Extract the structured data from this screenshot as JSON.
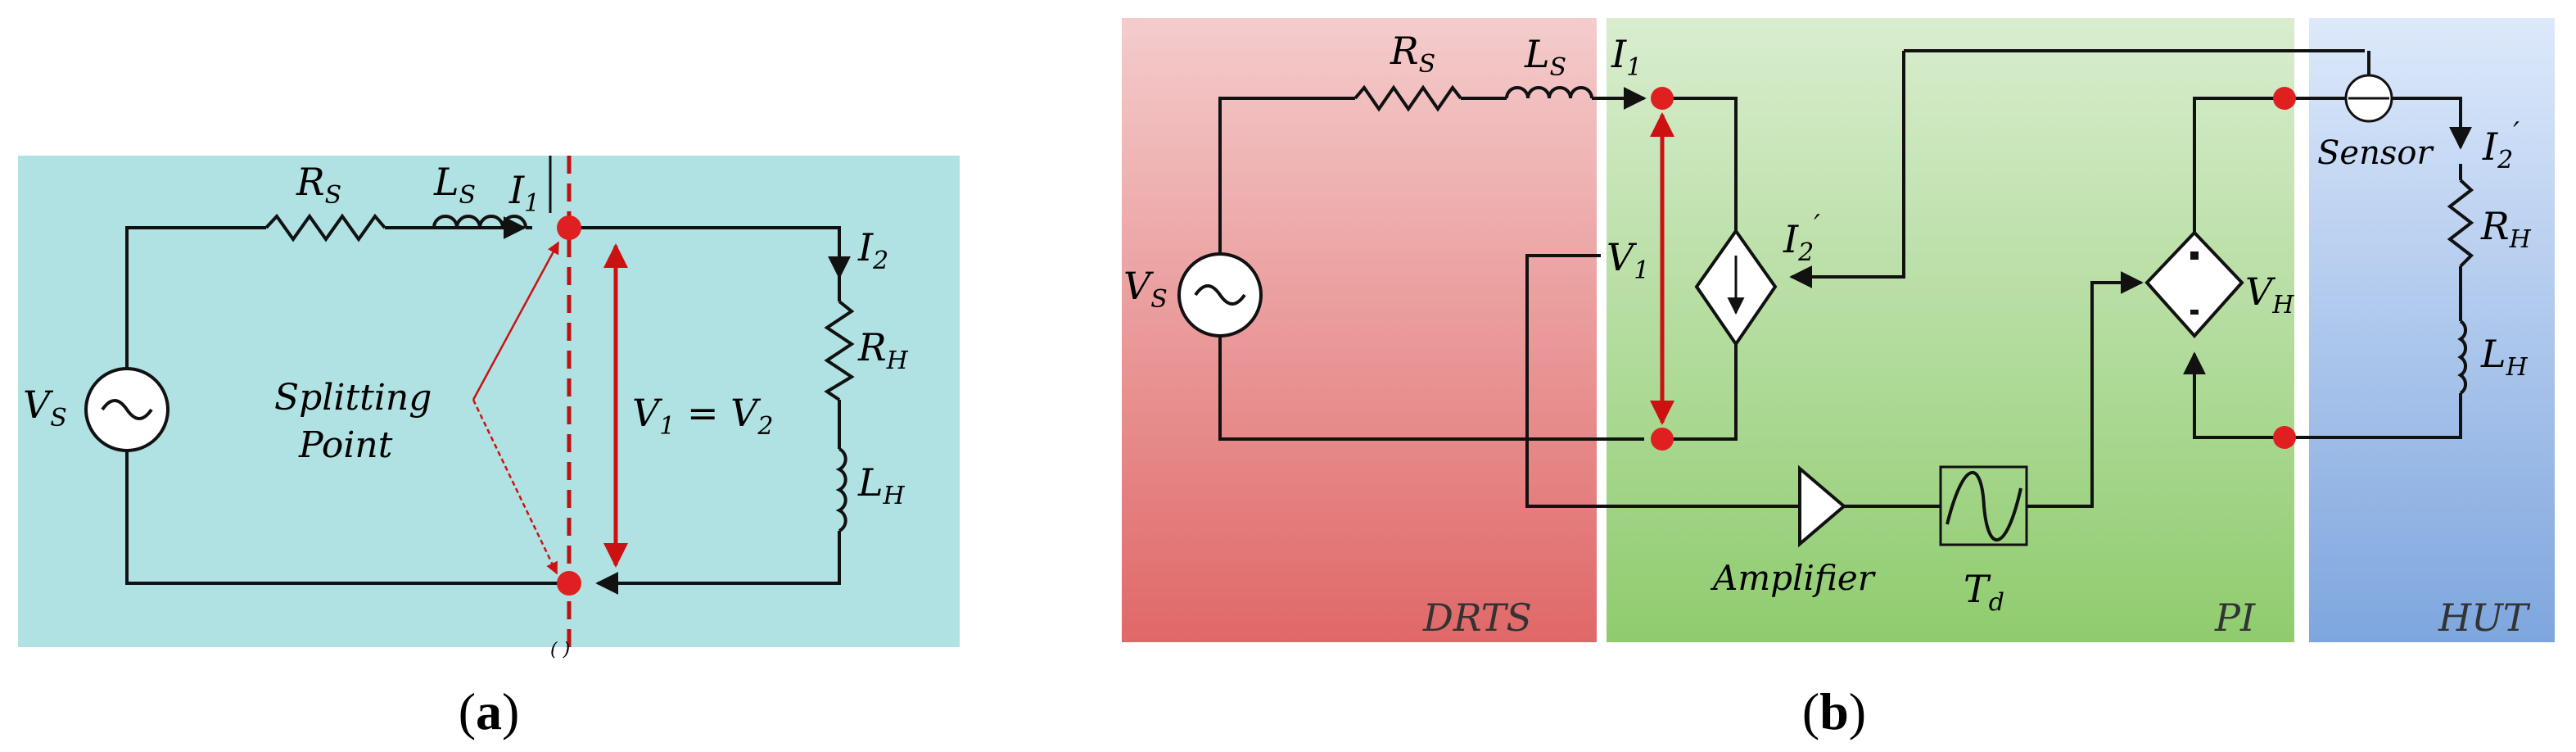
{
  "panel_a": {
    "caption_open": "(",
    "caption_letter": "a",
    "caption_close": ")",
    "vs_label": "V",
    "vs_sub": "S",
    "rs_label": "R",
    "rs_sub": "S",
    "ls_label": "L",
    "ls_sub": "S",
    "i1_label": "I",
    "i1_sub": "1",
    "i2_label": "I",
    "i2_sub": "2",
    "rh_label": "R",
    "rh_sub": "H",
    "lh_label": "L",
    "lh_sub": "H",
    "splitting_line1": "Splitting",
    "splitting_line2": "Point",
    "v_eq_a": "V",
    "v_eq_a_sub": "1",
    "v_eq_mid": " = V",
    "v_eq_b_sub": "2",
    "bottom_fragment": "(  )"
  },
  "panel_b": {
    "caption_open": "(",
    "caption_letter": "b",
    "caption_close": ")",
    "region_drts": "DRTS",
    "region_pi": "PI",
    "region_hut": "HUT",
    "vs_label": "V",
    "vs_sub": "S",
    "rs_label": "R",
    "rs_sub": "S",
    "ls_label": "L",
    "ls_sub": "S",
    "i1_label": "I",
    "i1_sub": "1",
    "v1_label": "V",
    "v1_sub": "1",
    "i2p_label": "I",
    "i2p_sub": "2",
    "i2p_prime": "′",
    "vh_label": "V",
    "vh_sub": "H",
    "sensor_label": "Sensor",
    "hut_i2p_label": "I",
    "hut_i2p_sub": "2",
    "hut_i2p_prime": "′",
    "rh_label": "R",
    "rh_sub": "H",
    "lh_label": "L",
    "lh_sub": "H",
    "amplifier_label": "Amplifier",
    "td_label": "T",
    "td_sub": "d"
  },
  "colors": {
    "panel_a_bg": "#b0e1e3",
    "wire": "#111111",
    "node_red": "#e02020",
    "arrow_red": "#cc1111",
    "drts_top": "#f4cccc",
    "drts_bottom": "#e06868",
    "pi_top": "#d9edcf",
    "pi_bottom": "#8fcc6e",
    "hut_top": "#dde9fb",
    "hut_bottom": "#7ea6de"
  }
}
